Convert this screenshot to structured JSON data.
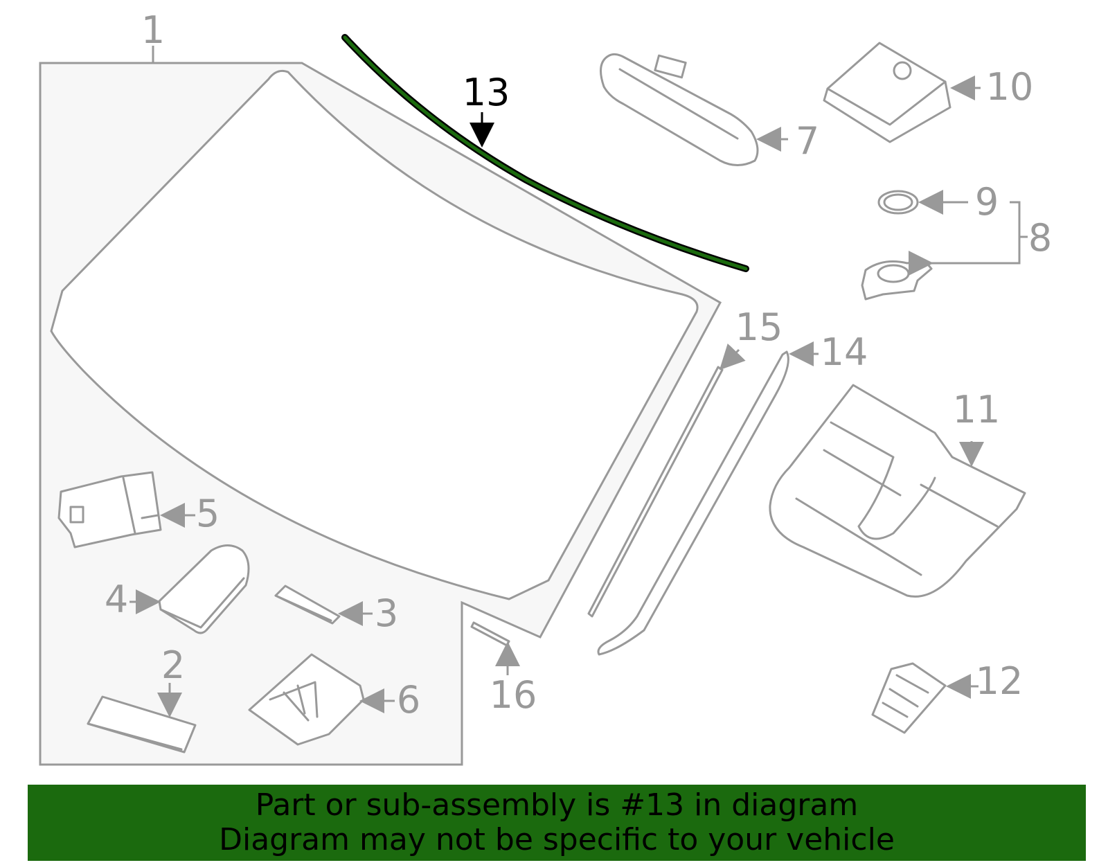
{
  "diagram": {
    "highlight_color": "#1b6a0e",
    "highlighted_part": "13",
    "callouts": [
      "1",
      "2",
      "3",
      "4",
      "5",
      "6",
      "7",
      "8",
      "9",
      "10",
      "11",
      "12",
      "13",
      "14",
      "15",
      "16"
    ]
  },
  "banner": {
    "line1": "Part or sub-assembly is #13 in diagram",
    "line2": "Diagram may not be specific to your vehicle",
    "color": "#1b6a0e"
  }
}
